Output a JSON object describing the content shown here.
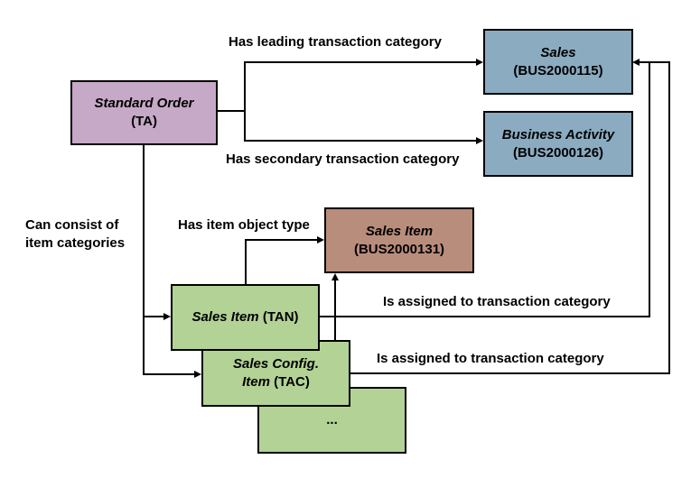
{
  "boxes": {
    "standard_order": {
      "title": "Standard Order",
      "code": "(TA)",
      "fill": "#C6A9C6"
    },
    "sales": {
      "title": "Sales",
      "code": "(BUS2000115)",
      "fill": "#8AABC0"
    },
    "business_activity": {
      "title": "Business Activity",
      "code": "(BUS2000126)",
      "fill": "#8AABC0"
    },
    "sales_item_bus": {
      "title": "Sales Item",
      "code": "(BUS2000131)",
      "fill": "#B98D7C"
    },
    "sales_item_tan": {
      "title": "Sales Item",
      "code": "(TAN)",
      "fill": "#B3D295"
    },
    "sales_config_item": {
      "title_line1": "Sales Config.",
      "title_line2": "Item",
      "code": "(TAC)",
      "fill": "#B3D295"
    },
    "more_items": {
      "label": "...",
      "fill": "#B3D295"
    }
  },
  "edge_labels": {
    "leading": "Has leading transaction category",
    "secondary": "Has secondary transaction category",
    "can_consist_line1": "Can consist of",
    "can_consist_line2": "item categories",
    "item_object_type": "Has item object type",
    "assigned_tan": "Is assigned to transaction category",
    "assigned_tac": "Is assigned to transaction category"
  },
  "line_color": "#000000",
  "background": "#FFFFFF"
}
